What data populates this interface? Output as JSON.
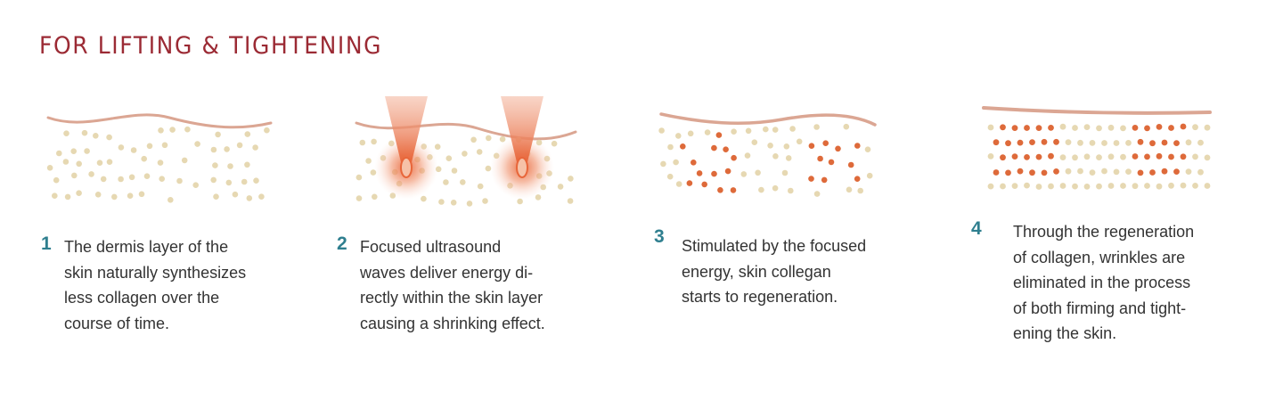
{
  "header": {
    "title": "FOR LIFTING & TIGHTENING"
  },
  "colors": {
    "title": "#9b2a34",
    "step_number": "#2f7f8f",
    "body_text": "#333333",
    "dot_tan": "#e6d8b2",
    "dot_orange": "#de6a3a",
    "skin_line": "#dba693",
    "beam": "#e8663a"
  },
  "steps": [
    {
      "number": "1",
      "text": "The dermis layer of the\nskin naturally synthesizes\nless collagen over the\ncourse of time."
    },
    {
      "number": "2",
      "text": "Focused ultrasound\nwaves deliver energy di-\nrectly within the skin layer\ncausing a shrinking effect."
    },
    {
      "number": "3",
      "text": "Stimulated by the focused\nenergy, skin collegan\nstarts to regeneration."
    },
    {
      "number": "4",
      "text": "Through the regeneration\nof collagen, wrinkles are\neliminated in the process\nof both firming and tight-\nening the skin."
    }
  ]
}
